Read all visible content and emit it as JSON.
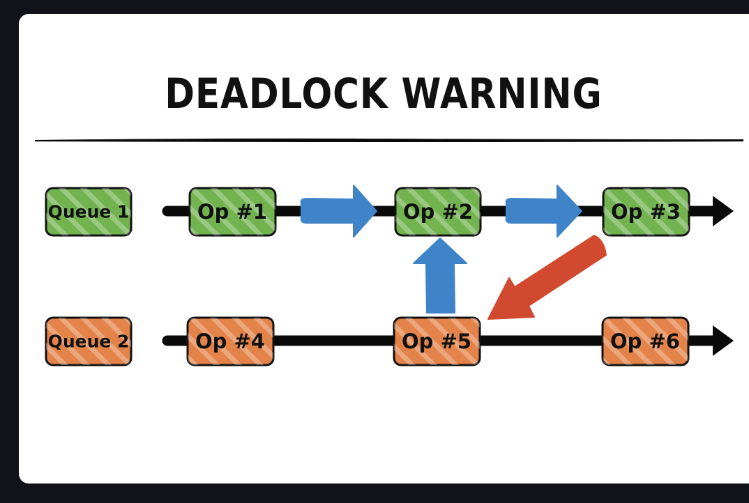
{
  "title": "DEADLOCK WARNING",
  "colors": {
    "background": "#121318",
    "card": "#ffffff",
    "green_box": "#72b350",
    "orange_box": "#e3834a",
    "blue_arrow": "#3f83c8",
    "red_arrow": "#d14a2f",
    "line": "#0a0a0a"
  },
  "queues": [
    {
      "label": "Queue 1",
      "color": "green",
      "ops": [
        "Op #1",
        "Op #2",
        "Op #3"
      ]
    },
    {
      "label": "Queue 2",
      "color": "orange",
      "ops": [
        "Op #4",
        "Op #5",
        "Op #6"
      ]
    }
  ],
  "arrows": [
    {
      "from": "Op #1",
      "to": "Op #2",
      "color": "blue"
    },
    {
      "from": "Op #2",
      "to": "Op #3",
      "color": "blue"
    },
    {
      "from": "Op #5",
      "to": "Op #2",
      "color": "blue"
    },
    {
      "from": "Op #3",
      "to": "Op #5",
      "color": "red"
    }
  ]
}
